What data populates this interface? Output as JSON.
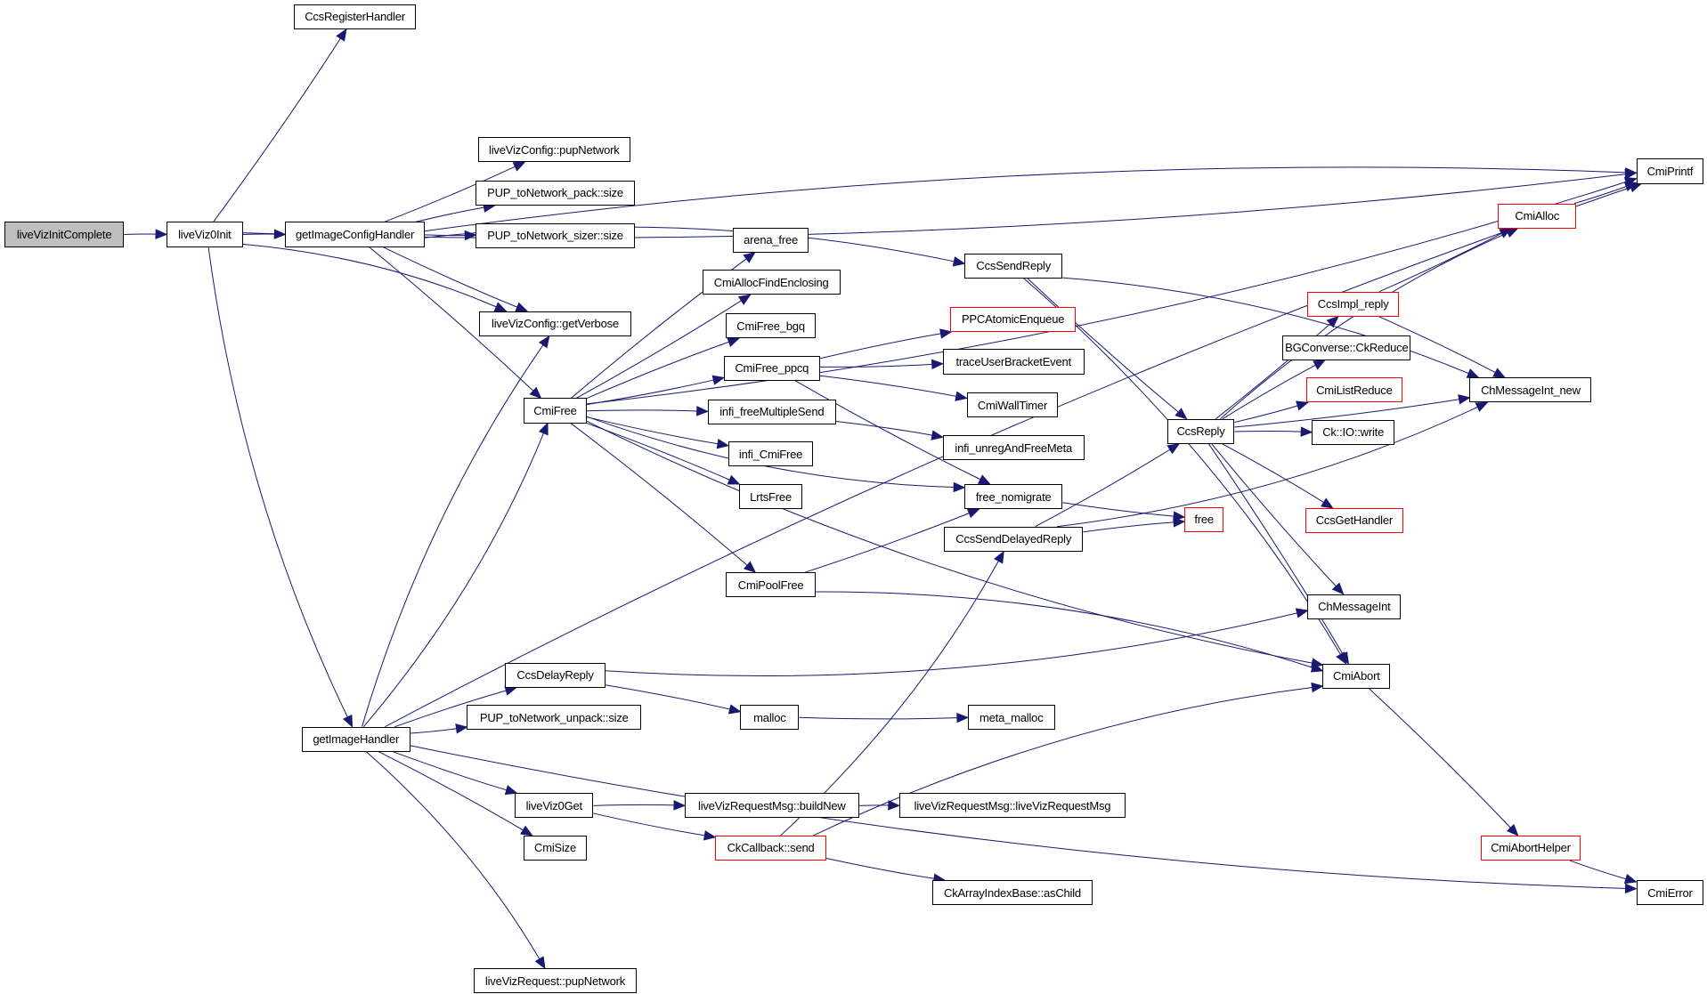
{
  "diagram": {
    "type": "call-graph",
    "edge_color": "#191970",
    "highlight_border_color": "#ff0000",
    "root_fill_color": "#bfbfbf",
    "nodes": [
      {
        "id": "liveVizInitComplete",
        "label": "liveVizInitComplete",
        "style": "root"
      },
      {
        "id": "liveViz0Init",
        "label": "liveViz0Init",
        "style": "normal"
      },
      {
        "id": "CcsRegisterHandler",
        "label": "CcsRegisterHandler",
        "style": "normal"
      },
      {
        "id": "getImageConfigHandler",
        "label": "getImageConfigHandler",
        "style": "normal"
      },
      {
        "id": "liveVizConfig_pupNetwork",
        "label": "liveVizConfig::pupNetwork",
        "style": "normal"
      },
      {
        "id": "PUP_toNetwork_pack_size",
        "label": "PUP_toNetwork_pack::size",
        "style": "normal"
      },
      {
        "id": "PUP_toNetwork_sizer_size",
        "label": "PUP_toNetwork_sizer::size",
        "style": "normal"
      },
      {
        "id": "liveVizConfig_getVerbose",
        "label": "liveVizConfig::getVerbose",
        "style": "normal"
      },
      {
        "id": "CmiFree",
        "label": "CmiFree",
        "style": "normal"
      },
      {
        "id": "getImageHandler",
        "label": "getImageHandler",
        "style": "normal"
      },
      {
        "id": "arena_free",
        "label": "arena_free",
        "style": "normal"
      },
      {
        "id": "CmiAllocFindEnclosing",
        "label": "CmiAllocFindEnclosing",
        "style": "normal"
      },
      {
        "id": "CmiFree_bgq",
        "label": "CmiFree_bgq",
        "style": "normal"
      },
      {
        "id": "CmiFree_ppcq",
        "label": "CmiFree_ppcq",
        "style": "normal"
      },
      {
        "id": "infi_freeMultipleSend",
        "label": "infi_freeMultipleSend",
        "style": "normal"
      },
      {
        "id": "infi_CmiFree",
        "label": "infi_CmiFree",
        "style": "normal"
      },
      {
        "id": "LrtsFree",
        "label": "LrtsFree",
        "style": "normal"
      },
      {
        "id": "CmiPoolFree",
        "label": "CmiPoolFree",
        "style": "normal"
      },
      {
        "id": "CcsSendReply",
        "label": "CcsSendReply",
        "style": "normal"
      },
      {
        "id": "PPCAtomicEnqueue",
        "label": "PPCAtomicEnqueue",
        "style": "red"
      },
      {
        "id": "traceUserBracketEvent",
        "label": "traceUserBracketEvent",
        "style": "normal"
      },
      {
        "id": "CmiWallTimer",
        "label": "CmiWallTimer",
        "style": "normal"
      },
      {
        "id": "infi_unregAndFreeMeta",
        "label": "infi_unregAndFreeMeta",
        "style": "normal"
      },
      {
        "id": "free_nomigrate",
        "label": "free_nomigrate",
        "style": "normal"
      },
      {
        "id": "CcsSendDelayedReply",
        "label": "CcsSendDelayedReply",
        "style": "normal"
      },
      {
        "id": "free",
        "label": "free",
        "style": "red"
      },
      {
        "id": "CcsReply",
        "label": "CcsReply",
        "style": "normal"
      },
      {
        "id": "CcsImpl_reply",
        "label": "CcsImpl_reply",
        "style": "red"
      },
      {
        "id": "BGConverse_CkReduce",
        "label": "BGConverse::CkReduce",
        "style": "normal"
      },
      {
        "id": "CmiListReduce",
        "label": "CmiListReduce",
        "style": "red"
      },
      {
        "id": "Ck_IO_write",
        "label": "Ck::IO::write",
        "style": "normal"
      },
      {
        "id": "CcsGetHandler",
        "label": "CcsGetHandler",
        "style": "red"
      },
      {
        "id": "ChMessageInt",
        "label": "ChMessageInt",
        "style": "normal"
      },
      {
        "id": "ChMessageInt_new",
        "label": "ChMessageInt_new",
        "style": "normal"
      },
      {
        "id": "CmiAlloc",
        "label": "CmiAlloc",
        "style": "red"
      },
      {
        "id": "CmiPrintf",
        "label": "CmiPrintf",
        "style": "normal"
      },
      {
        "id": "CmiAbort",
        "label": "CmiAbort",
        "style": "normal"
      },
      {
        "id": "CcsDelayReply",
        "label": "CcsDelayReply",
        "style": "normal"
      },
      {
        "id": "PUP_toNetwork_unpack_size",
        "label": "PUP_toNetwork_unpack::size",
        "style": "normal"
      },
      {
        "id": "malloc",
        "label": "malloc",
        "style": "normal"
      },
      {
        "id": "meta_malloc",
        "label": "meta_malloc",
        "style": "normal"
      },
      {
        "id": "liveViz0Get",
        "label": "liveViz0Get",
        "style": "normal"
      },
      {
        "id": "liveVizRequestMsg_buildNew",
        "label": "liveVizRequestMsg::buildNew",
        "style": "normal"
      },
      {
        "id": "liveVizRequestMsg_ctor",
        "label": "liveVizRequestMsg::liveVizRequestMsg",
        "style": "normal"
      },
      {
        "id": "CmiSize",
        "label": "CmiSize",
        "style": "normal"
      },
      {
        "id": "CkCallback_send",
        "label": "CkCallback::send",
        "style": "red"
      },
      {
        "id": "CkArrayIndexBase_asChild",
        "label": "CkArrayIndexBase::asChild",
        "style": "normal"
      },
      {
        "id": "CmiAbortHelper",
        "label": "CmiAbortHelper",
        "style": "red"
      },
      {
        "id": "CmiError",
        "label": "CmiError",
        "style": "normal"
      },
      {
        "id": "liveVizRequest_pupNetwork",
        "label": "liveVizRequest::pupNetwork",
        "style": "normal"
      }
    ],
    "edges": [
      [
        "liveVizInitComplete",
        "liveViz0Init"
      ],
      [
        "liveViz0Init",
        "CcsRegisterHandler"
      ],
      [
        "liveViz0Init",
        "getImageConfigHandler"
      ],
      [
        "liveViz0Init",
        "CmiPrintf"
      ],
      [
        "liveViz0Init",
        "liveVizConfig_getVerbose"
      ],
      [
        "liveViz0Init",
        "getImageHandler"
      ],
      [
        "getImageConfigHandler",
        "CmiPrintf"
      ],
      [
        "getImageConfigHandler",
        "liveVizConfig_pupNetwork"
      ],
      [
        "getImageConfigHandler",
        "PUP_toNetwork_pack_size"
      ],
      [
        "getImageConfigHandler",
        "PUP_toNetwork_sizer_size"
      ],
      [
        "getImageConfigHandler",
        "CcsSendReply"
      ],
      [
        "getImageConfigHandler",
        "liveVizConfig_getVerbose"
      ],
      [
        "getImageConfigHandler",
        "CmiFree"
      ],
      [
        "CmiFree",
        "CmiPrintf"
      ],
      [
        "CmiFree",
        "arena_free"
      ],
      [
        "CmiFree",
        "CmiAllocFindEnclosing"
      ],
      [
        "CmiFree",
        "CmiFree_bgq"
      ],
      [
        "CmiFree",
        "CmiFree_ppcq"
      ],
      [
        "CmiFree",
        "infi_freeMultipleSend"
      ],
      [
        "CmiFree",
        "infi_CmiFree"
      ],
      [
        "CmiFree",
        "LrtsFree"
      ],
      [
        "CmiFree",
        "free_nomigrate"
      ],
      [
        "CmiFree",
        "CmiPoolFree"
      ],
      [
        "CmiFree",
        "CmiAbort"
      ],
      [
        "CmiFree_ppcq",
        "PPCAtomicEnqueue"
      ],
      [
        "CmiFree_ppcq",
        "traceUserBracketEvent"
      ],
      [
        "CmiFree_ppcq",
        "CmiWallTimer"
      ],
      [
        "CmiFree_ppcq",
        "free_nomigrate"
      ],
      [
        "infi_freeMultipleSend",
        "infi_unregAndFreeMeta"
      ],
      [
        "CmiPoolFree",
        "free_nomigrate"
      ],
      [
        "CmiPoolFree",
        "CmiAbort"
      ],
      [
        "free_nomigrate",
        "free"
      ],
      [
        "CcsSendReply",
        "ChMessageInt_new"
      ],
      [
        "CcsSendReply",
        "CcsReply"
      ],
      [
        "CcsSendReply",
        "CmiAbort"
      ],
      [
        "CcsSendDelayedReply",
        "CcsReply"
      ],
      [
        "CcsSendDelayedReply",
        "free"
      ],
      [
        "CcsSendDelayedReply",
        "ChMessageInt_new"
      ],
      [
        "CcsReply",
        "CmiAlloc"
      ],
      [
        "CcsReply",
        "CcsImpl_reply"
      ],
      [
        "CcsReply",
        "BGConverse_CkReduce"
      ],
      [
        "CcsReply",
        "CmiListReduce"
      ],
      [
        "CcsReply",
        "Ck_IO_write"
      ],
      [
        "CcsReply",
        "ChMessageInt_new"
      ],
      [
        "CcsReply",
        "CcsGetHandler"
      ],
      [
        "CcsReply",
        "ChMessageInt"
      ],
      [
        "CcsReply",
        "CmiAbort"
      ],
      [
        "CcsImpl_reply",
        "CmiAlloc"
      ],
      [
        "CcsImpl_reply",
        "ChMessageInt_new"
      ],
      [
        "CmiAlloc",
        "CmiPrintf"
      ],
      [
        "CmiAbort",
        "CmiAbortHelper"
      ],
      [
        "CmiAbortHelper",
        "CmiError"
      ],
      [
        "getImageHandler",
        "liveVizConfig_getVerbose"
      ],
      [
        "getImageHandler",
        "CmiFree"
      ],
      [
        "getImageHandler",
        "CcsDelayReply"
      ],
      [
        "getImageHandler",
        "PUP_toNetwork_unpack_size"
      ],
      [
        "getImageHandler",
        "CmiPrintf"
      ],
      [
        "getImageHandler",
        "liveViz0Get"
      ],
      [
        "getImageHandler",
        "CmiSize"
      ],
      [
        "getImageHandler",
        "CmiError"
      ],
      [
        "getImageHandler",
        "liveVizRequest_pupNetwork"
      ],
      [
        "CcsDelayReply",
        "ChMessageInt"
      ],
      [
        "CcsDelayReply",
        "malloc"
      ],
      [
        "malloc",
        "meta_malloc"
      ],
      [
        "liveViz0Get",
        "liveVizRequestMsg_buildNew"
      ],
      [
        "liveViz0Get",
        "CkCallback_send"
      ],
      [
        "liveVizRequestMsg_buildNew",
        "liveVizRequestMsg_ctor"
      ],
      [
        "CkCallback_send",
        "CcsSendDelayedReply"
      ],
      [
        "CkCallback_send",
        "CmiAbort"
      ],
      [
        "CkCallback_send",
        "CkArrayIndexBase_asChild"
      ]
    ]
  }
}
